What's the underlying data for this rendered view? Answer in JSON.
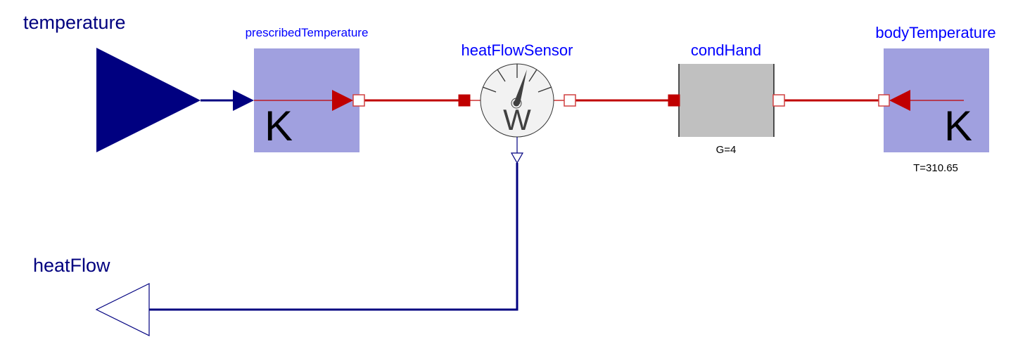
{
  "diagram": {
    "type": "modelica-block-diagram",
    "colors": {
      "signal": "#000080",
      "heat_port": "#c00000",
      "source_fill": "#a0a0df",
      "conductor_fill": "#c0c0c0",
      "sensor_fill": "#f2f2f2",
      "component_label": "#0000ff",
      "io_label": "#00007f"
    },
    "inputs": [
      {
        "id": "temperature",
        "label": "temperature",
        "kind": "RealInput"
      }
    ],
    "outputs": [
      {
        "id": "heatFlow",
        "label": "heatFlow",
        "kind": "RealOutput"
      }
    ],
    "components": [
      {
        "id": "prescribedTemperature",
        "label": "prescribedTemperature",
        "unit_symbol": "K",
        "parameter": ""
      },
      {
        "id": "heatFlowSensor",
        "label": "heatFlowSensor",
        "unit_symbol": "W",
        "parameter": ""
      },
      {
        "id": "condHand",
        "label": "condHand",
        "unit_symbol": "",
        "parameter": "G=4"
      },
      {
        "id": "bodyTemperature",
        "label": "bodyTemperature",
        "unit_symbol": "K",
        "parameter": "T=310.65"
      }
    ],
    "connections": [
      {
        "from": "temperature",
        "to": "prescribedTemperature.T",
        "type": "signal"
      },
      {
        "from": "prescribedTemperature.port",
        "to": "heatFlowSensor.port_a",
        "type": "heat"
      },
      {
        "from": "heatFlowSensor.port_b",
        "to": "condHand.port_a",
        "type": "heat"
      },
      {
        "from": "condHand.port_b",
        "to": "bodyTemperature.port",
        "type": "heat"
      },
      {
        "from": "heatFlowSensor.Q_flow",
        "to": "heatFlow",
        "type": "signal"
      }
    ]
  }
}
